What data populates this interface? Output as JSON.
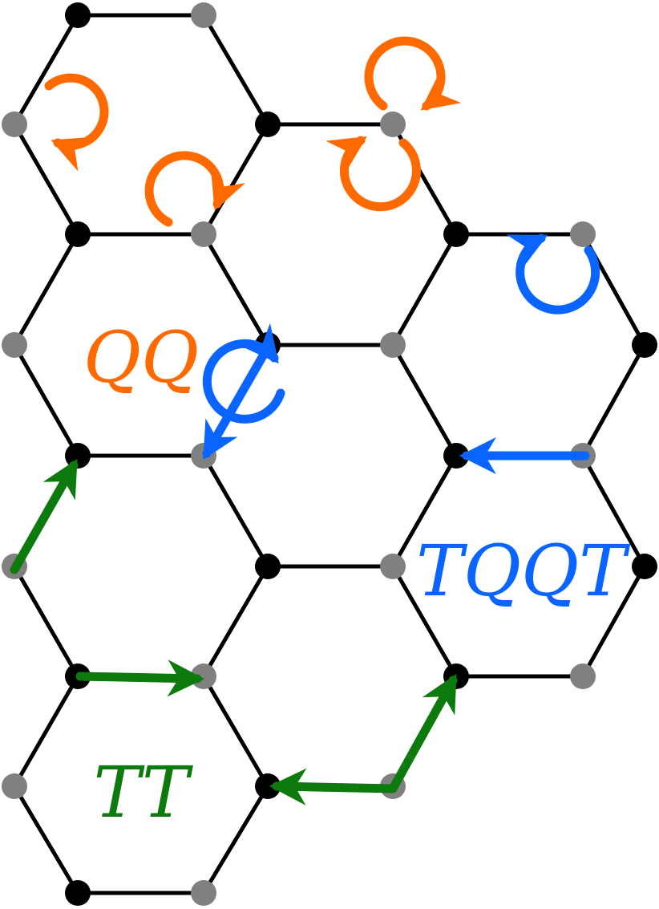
{
  "colors": {
    "edge": "#000000",
    "node_black": "#000000",
    "node_gray": "#808080",
    "orange": "#ff6a00",
    "blue": "#0a64ff",
    "green": "#0d7a0d"
  },
  "labels": {
    "qq": "QQ",
    "tqqt": "TQQT",
    "tt": "TT"
  }
}
